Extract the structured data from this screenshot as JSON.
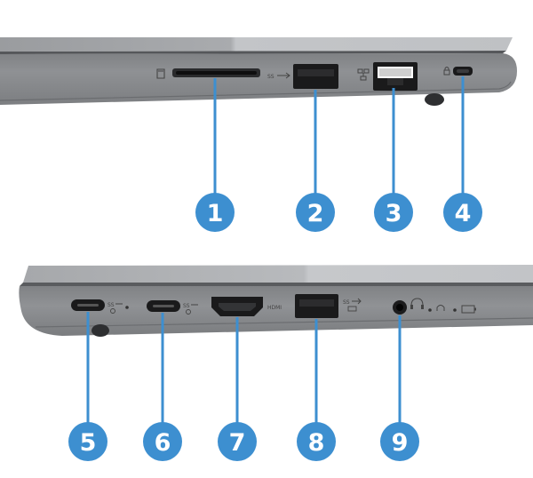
{
  "figure": {
    "top_view": {
      "side": "right",
      "callouts": [
        {
          "number": "1",
          "icon": "sd-card-icon"
        },
        {
          "number": "2",
          "icon": "usb-a-icon"
        },
        {
          "number": "3",
          "icon": "ethernet-icon"
        },
        {
          "number": "4",
          "icon": "lock-icon"
        }
      ]
    },
    "bottom_view": {
      "side": "left",
      "callouts": [
        {
          "number": "5",
          "icon": "usb-c-icon"
        },
        {
          "number": "6",
          "icon": "usb-c-icon"
        },
        {
          "number": "7",
          "icon": "hdmi-icon"
        },
        {
          "number": "8",
          "icon": "usb-a-icon"
        },
        {
          "number": "9",
          "icon": "headphone-icon"
        }
      ],
      "port_labels": {
        "hdmi": "HDMI"
      }
    },
    "colors": {
      "callout": "#3d8fd0",
      "callout_text": "#ffffff",
      "chassis": "#8f9194",
      "chassis_light": "#b9bbbe",
      "chassis_dark": "#6e7073",
      "port": "#151515"
    }
  }
}
